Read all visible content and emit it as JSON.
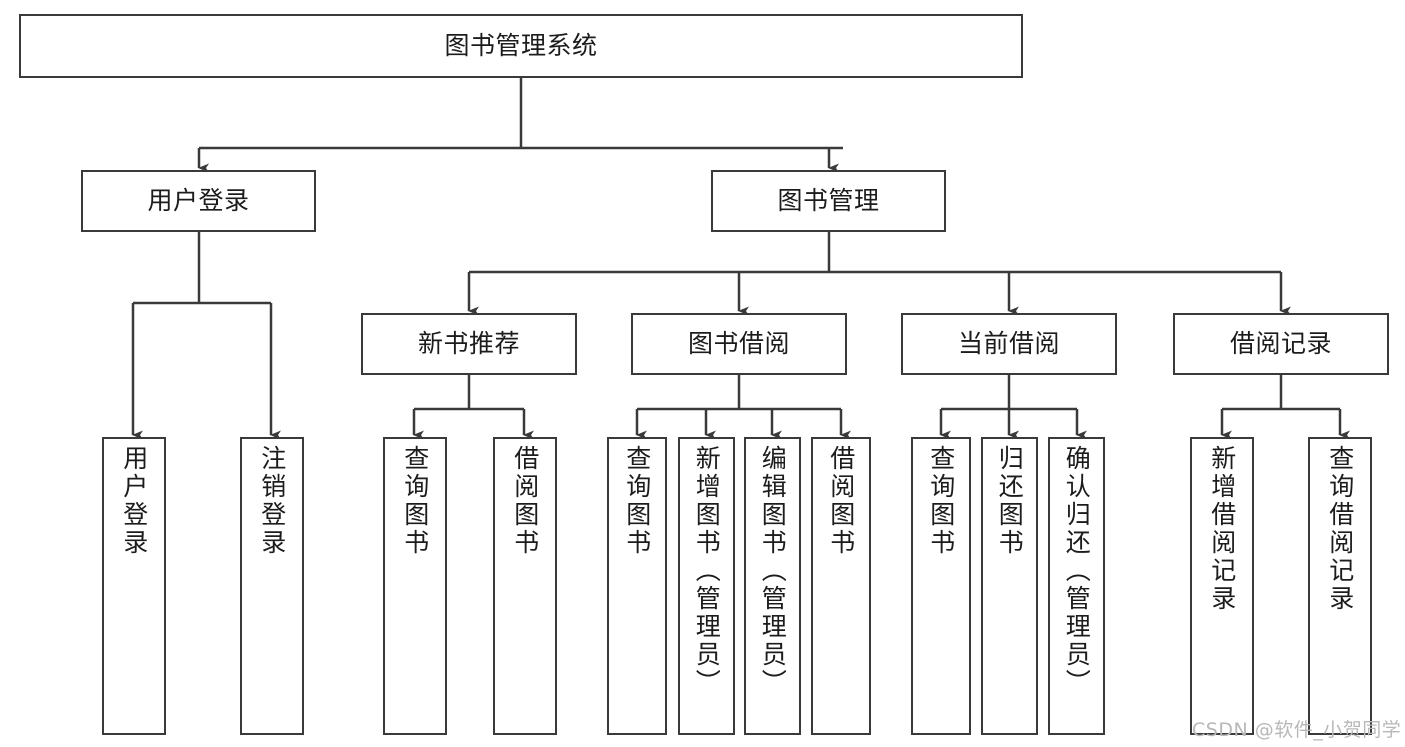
{
  "diagram": {
    "title": "图书管理系统",
    "type": "tree-hierarchy-chart",
    "orientation": "top-down",
    "colors": {
      "box_border": "#3a3a3a",
      "box_fill": "#ffffff",
      "edge": "#3a3a3a",
      "text": "#1c1c1c",
      "watermark": "#b8b8b8",
      "background": "#ffffff"
    },
    "root": {
      "label": "图书管理系统"
    },
    "level2": [
      {
        "label": "用户登录"
      },
      {
        "label": "图书管理"
      }
    ],
    "level3": [
      {
        "label": "新书推荐"
      },
      {
        "label": "图书借阅"
      },
      {
        "label": "当前借阅"
      },
      {
        "label": "借阅记录"
      }
    ],
    "leaves": {
      "user_login": [
        {
          "label": "用户登录"
        },
        {
          "label": "注销登录"
        }
      ],
      "new_book_recommend": [
        {
          "label": "查询图书"
        },
        {
          "label": "借阅图书"
        }
      ],
      "book_borrow": [
        {
          "label": "查询图书"
        },
        {
          "label": "新增图书（管理员）"
        },
        {
          "label": "编辑图书（管理员）"
        },
        {
          "label": "借阅图书"
        }
      ],
      "current_borrow": [
        {
          "label": "查询图书"
        },
        {
          "label": "归还图书"
        },
        {
          "label": "确认归还（管理员）"
        }
      ],
      "borrow_records": [
        {
          "label": "新增借阅记录"
        },
        {
          "label": "查询借阅记录"
        }
      ]
    }
  },
  "watermark": {
    "text": "CSDN @软件_小贺同学"
  }
}
